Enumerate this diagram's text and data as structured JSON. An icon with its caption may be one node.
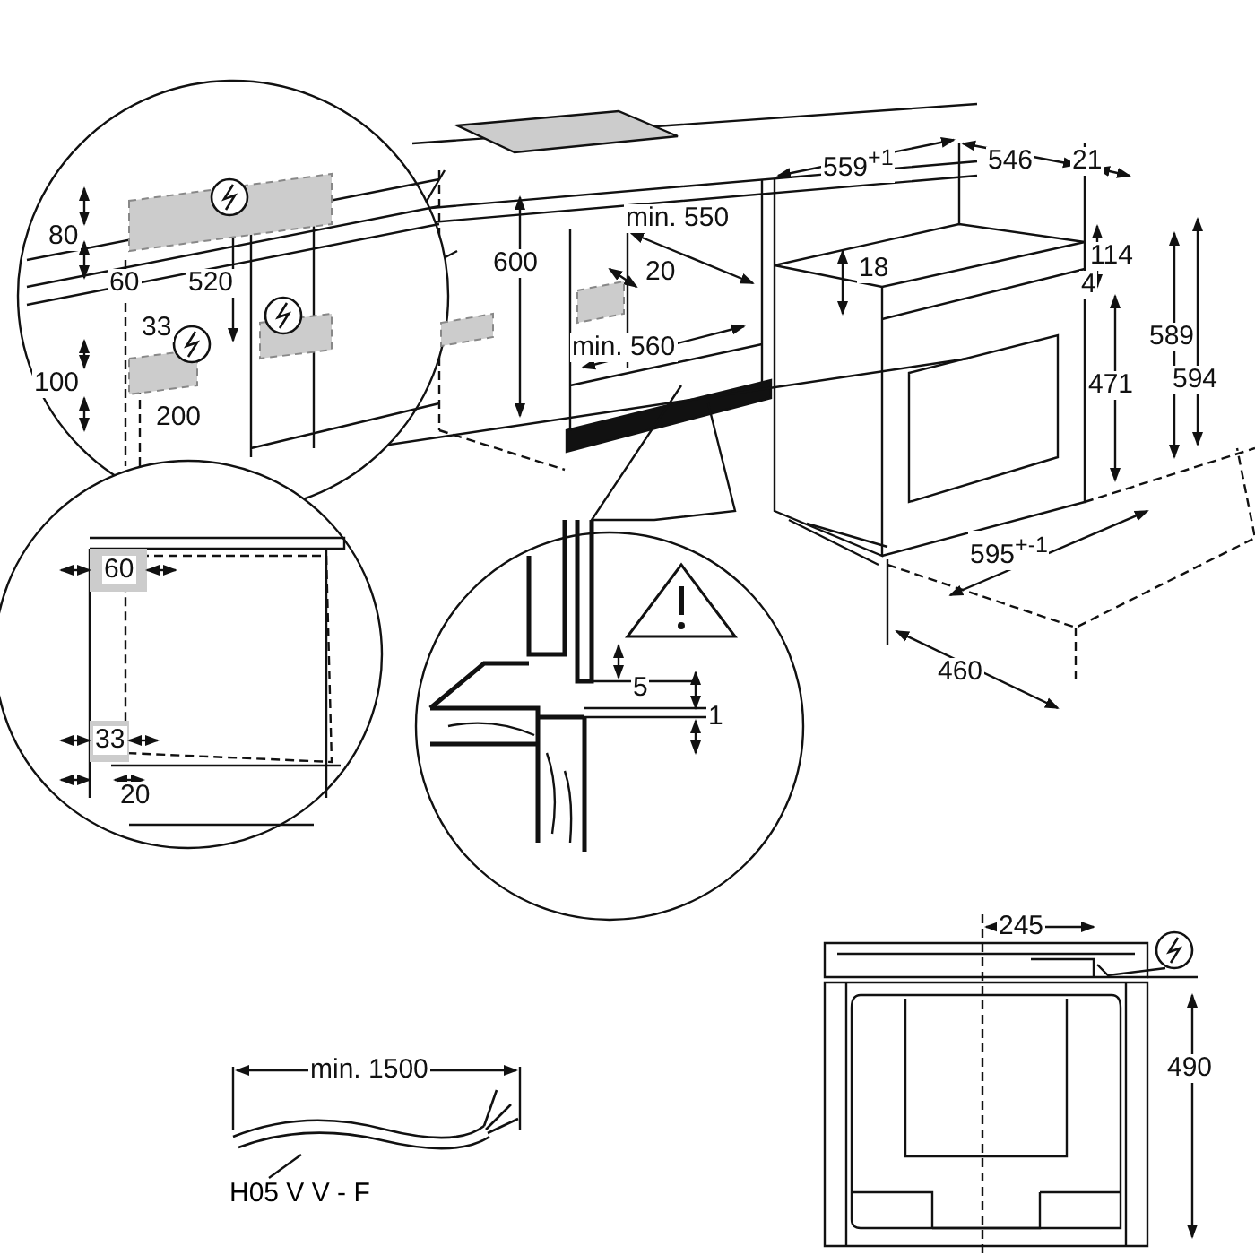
{
  "diagram": {
    "nodes": [
      {
        "text": [
          "H05 V V - F"
        ]
      },
      {
        "text": [],
        "shape": "picture",
        "beside": [
          "min. 1500"
        ]
      }
    ],
    "edges": [
      {
        "from": 0,
        "to": 1,
        "arrow": "none"
      }
    ],
    "labels": [
      "559$^{+1}$",
      "546",
      "21",
      "80",
      "min. 550",
      "60",
      "520",
      "600",
      "20",
      "18",
      "4",
      "114",
      "33",
      "min. 560",
      "589",
      "100",
      "471",
      "594",
      "200",
      "60",
      "595$^{+-1}$",
      "5",
      "460",
      "33",
      "1",
      "20",
      "245",
      "490"
    ]
  }
}
